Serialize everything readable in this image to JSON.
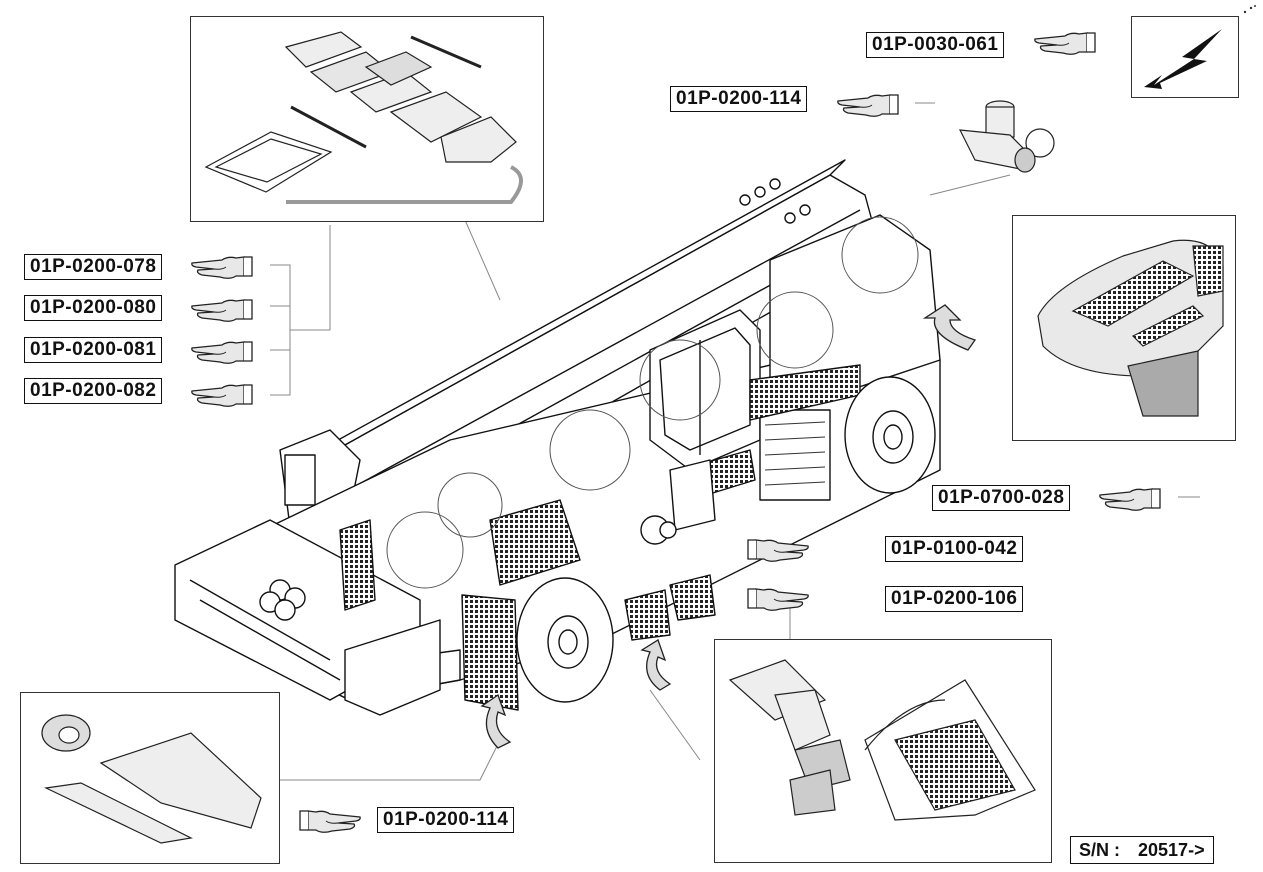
{
  "callouts": {
    "top_right_lightning": "01P-0030-061",
    "top_beacon": "01P-0200-114",
    "left_1": "01P-0200-078",
    "left_2": "01P-0200-080",
    "left_3": "01P-0200-081",
    "left_4": "01P-0200-082",
    "right_engine_cover": "01P-0700-028",
    "right_steps_1": "01P-0100-042",
    "right_steps_2": "01P-0200-106",
    "bottom_left": "01P-0200-114"
  },
  "serial": {
    "prefix": "S/N :",
    "value": "20517->"
  },
  "icons": {
    "pointer": "pointing-hand-icon",
    "lightning": "lightning-bolt-icon"
  },
  "colors": {
    "line": "#111111",
    "leader": "#888888",
    "background": "#ffffff"
  }
}
